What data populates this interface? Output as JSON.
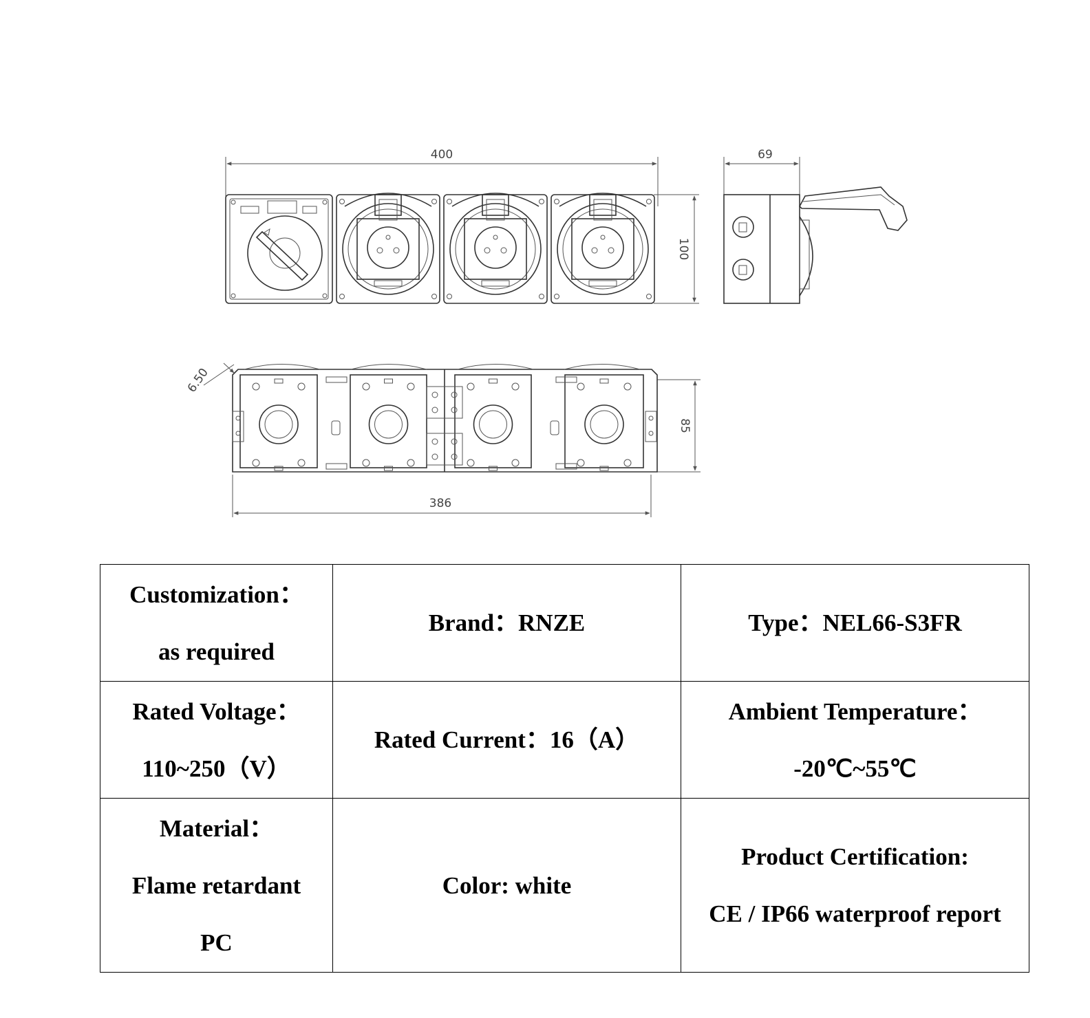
{
  "drawing": {
    "dimensions": {
      "front_width": "400",
      "side_depth": "69",
      "height": "100",
      "corner": "6.50",
      "rear_height": "85",
      "rear_width": "386"
    }
  },
  "specs": {
    "rows": [
      [
        {
          "lines": [
            "Customization：",
            "as required"
          ]
        },
        {
          "lines": [
            "Brand：RNZE"
          ]
        },
        {
          "lines": [
            "Type：NEL66-S3FR"
          ]
        }
      ],
      [
        {
          "lines": [
            "Rated Voltage：",
            "110~250（V）"
          ]
        },
        {
          "lines": [
            "Rated Current：16（A）"
          ]
        },
        {
          "lines": [
            "Ambient Temperature：",
            "-20℃~55℃"
          ]
        }
      ],
      [
        {
          "lines": [
            "Material：",
            "Flame retardant",
            "PC"
          ]
        },
        {
          "lines": [
            "Color: white"
          ]
        },
        {
          "lines": [
            "Product Certification:",
            "CE / IP66 waterproof report"
          ]
        }
      ]
    ]
  }
}
